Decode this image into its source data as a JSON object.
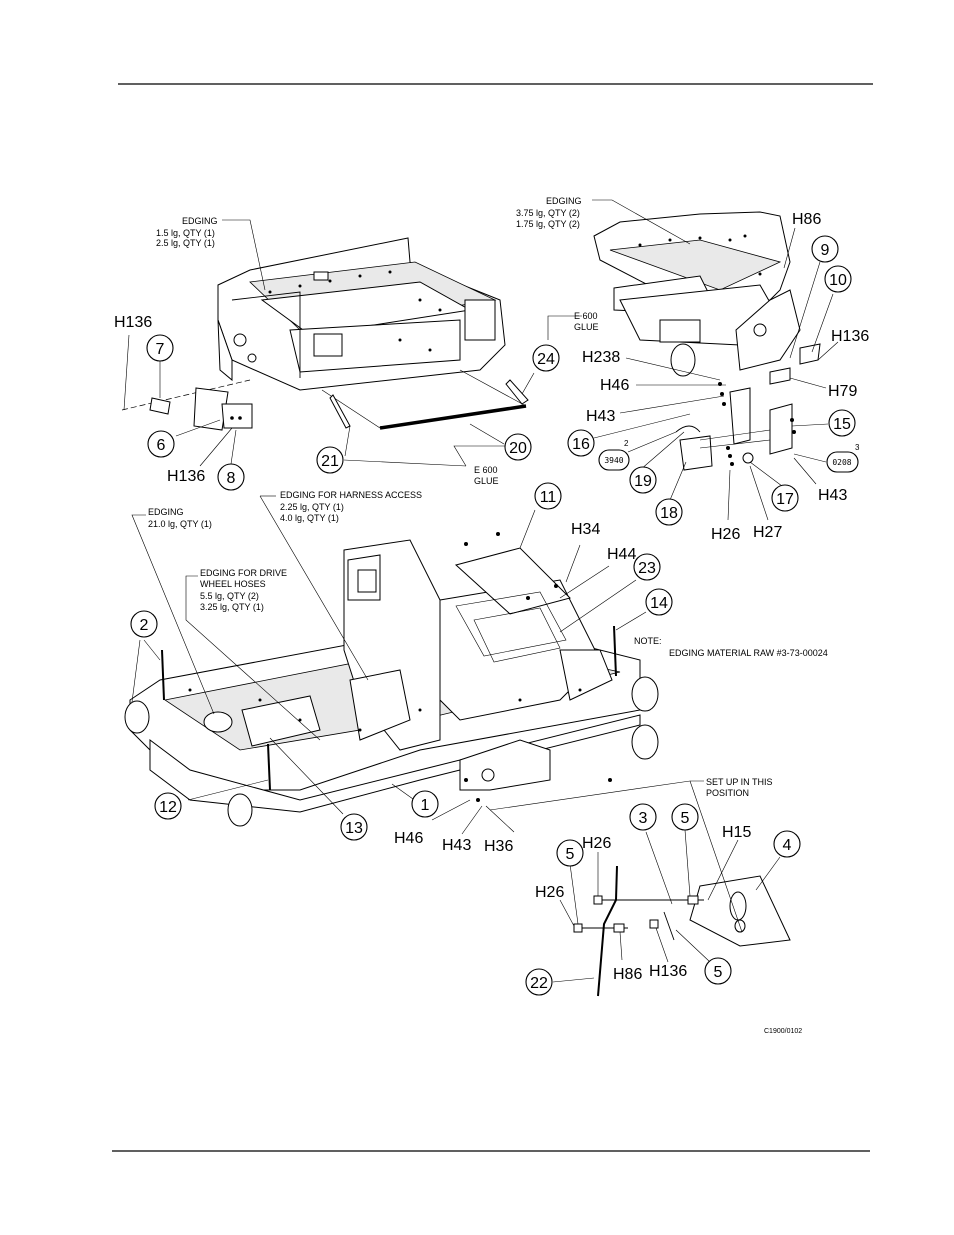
{
  "notes": {
    "edging_tl": [
      "EDGING",
      "1.5 lg, QTY (1)",
      "2.5 lg, QTY (1)"
    ],
    "edging_tr": [
      "EDGING",
      "3.75 lg, QTY (2)",
      "1.75 lg, QTY (2)"
    ],
    "glue_24": [
      "E 600",
      "GLUE"
    ],
    "glue_20": [
      "E 600",
      "GLUE"
    ],
    "edging_harness": [
      "EDGING FOR HARNESS ACCESS",
      "2.25 lg, QTY (1)",
      "4.0 lg, QTY (1)"
    ],
    "edging_21": [
      "EDGING",
      "21.0 lg, QTY (1)"
    ],
    "edging_drive": [
      "EDGING FOR DRIVE",
      "WHEEL HOSES",
      "5.5 lg, QTY (2)",
      "3.25 lg, QTY (1)"
    ],
    "note_label": "NOTE:",
    "note_text": "EDGING MATERIAL RAW #3-73-00024",
    "setup": [
      "SET UP IN THIS",
      "POSITION"
    ],
    "drawing_code": "C1900/0102"
  },
  "callouts": {
    "c1": "1",
    "c2": "2",
    "c3": "3",
    "c4": "4",
    "c5a": "5",
    "c5b": "5",
    "c5c": "5",
    "c6": "6",
    "c7": "7",
    "c8": "8",
    "c9": "9",
    "c10": "10",
    "c11": "11",
    "c12": "12",
    "c13": "13",
    "c14": "14",
    "c15": "15",
    "c16": "16",
    "c17": "17",
    "c18": "18",
    "c19": "19",
    "c20": "20",
    "c21": "21",
    "c22": "22",
    "c23": "23",
    "c24": "24"
  },
  "hardware_refs": {
    "h136_a": "H136",
    "h136_b": "H136",
    "h136_c": "H136",
    "h136_d": "H136",
    "h86_a": "H86",
    "h86_b": "H86",
    "h238": "H238",
    "h46_a": "H46",
    "h46_b": "H46",
    "h43_a": "H43",
    "h43_b": "H43",
    "h43_c": "H43",
    "h79": "H79",
    "h26_a": "H26",
    "h26_b": "H26",
    "h26_c": "H26",
    "h27": "H27",
    "h34": "H34",
    "h44": "H44",
    "h36": "H36",
    "h15": "H15"
  },
  "tags": {
    "t3940": "3940",
    "t3940_sup": "2",
    "t0208": "0208",
    "t0208_sup": "3"
  }
}
